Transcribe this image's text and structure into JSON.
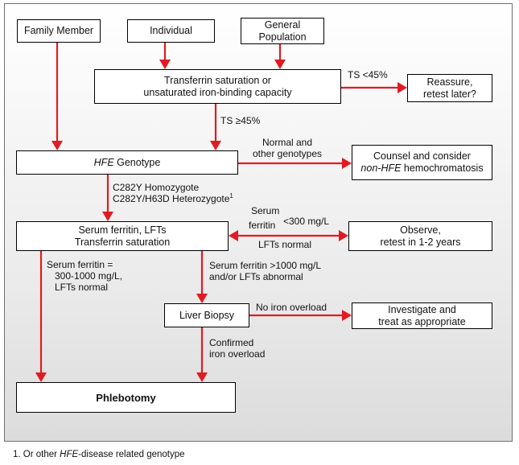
{
  "colors": {
    "arrow": "#e11b22",
    "box_border": "#000000",
    "panel_border": "#6f6f6f"
  },
  "nodes": {
    "family_member": "Family Member",
    "individual": "Individual",
    "general_population": [
      "General",
      "Population"
    ],
    "transferrin_test": [
      "Transferrin saturation or",
      "unsaturated iron-binding capacity"
    ],
    "reassure": [
      "Reassure,",
      "retest later?"
    ],
    "hfe_genotype": {
      "gene": "HFE",
      "rest": " Genotype"
    },
    "counsel": {
      "line1": "Counsel and consider",
      "gene": "non-HFE",
      "line2_rest": " hemochromatosis"
    },
    "serum_ferritin_box": [
      "Serum ferritin, LFTs",
      "Transferrin saturation"
    ],
    "observe": [
      "Observe,",
      "retest in 1-2 years"
    ],
    "liver_biopsy": "Liver Biopsy",
    "investigate": [
      "Investigate and",
      "treat as appropriate"
    ],
    "phlebotomy": "Phlebotomy"
  },
  "edge_labels": {
    "ts_low": "TS <45%",
    "ts_high": "TS ≥45%",
    "normal_other": [
      "Normal and",
      "other genotypes"
    ],
    "c282y": {
      "line1": "C282Y Homozygote",
      "line2": "C282Y/H63D Heterozygote",
      "footnote_mark": "1"
    },
    "serum_ferritin_lt300": {
      "top": "Serum",
      "left": "ferritin",
      "right": "<300 mg/L",
      "bottom": "LFTs normal"
    },
    "ferritin_range": [
      "Serum ferritin =",
      "300-1000 mg/L,",
      "LFTs normal"
    ],
    "ferritin_high": [
      "Serum ferritin >1000 mg/L",
      "and/or LFTs abnormal"
    ],
    "no_iron_overload": "No iron overload",
    "confirmed_overload": [
      "Confirmed",
      "iron overload"
    ]
  },
  "footnote": {
    "prefix": "1. Or other ",
    "gene": "HFE",
    "suffix": "-disease related genotype"
  }
}
